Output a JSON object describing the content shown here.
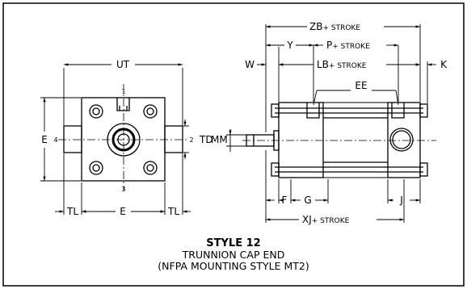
{
  "caption": {
    "title": "STYLE 12",
    "subtitle": "TRUNNION CAP END",
    "mounting": "(NFPA MOUNTING STYLE MT2)"
  },
  "front_view": {
    "labels": {
      "ut": "UT",
      "e_left": "E",
      "port_top": "1",
      "port_bottom": "3",
      "port_left": "4",
      "port_right": "2",
      "td": "TD",
      "tl_left": "TL",
      "e_bottom": "E",
      "tl_right": "TL"
    }
  },
  "side_view": {
    "labels": {
      "zb": "ZB",
      "zb_stroke": "+ STROKE",
      "y": "Y",
      "p": "P",
      "p_stroke": "+ STROKE",
      "w": "W",
      "lb": "LB",
      "lb_stroke": "+ STROKE",
      "k": "K",
      "ee": "EE",
      "mm": "MM",
      "f": "F",
      "g": "G",
      "j": "J",
      "xj": "XJ",
      "xj_stroke": "+ STROKE"
    }
  },
  "colors": {
    "line": "#000000",
    "background": "#ffffff"
  }
}
